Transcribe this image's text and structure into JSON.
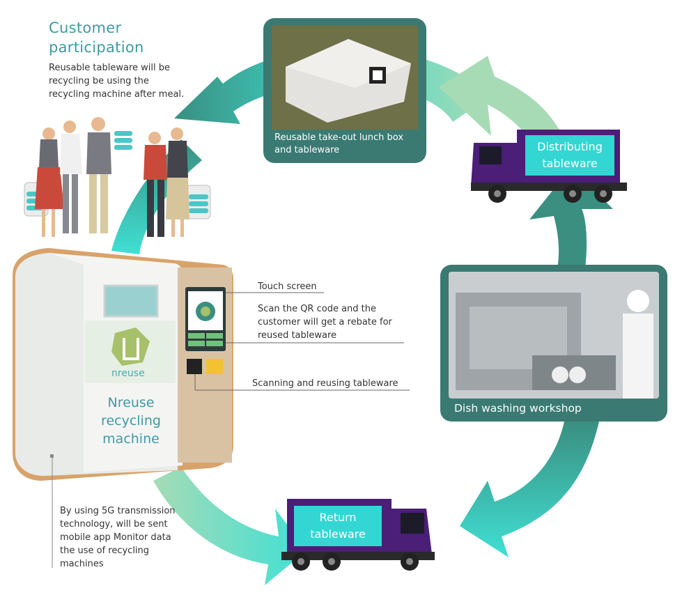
{
  "customer": {
    "title": "Customer participation",
    "description": "Reusable tableware will be recycling be using the recycling machine after meal."
  },
  "lunch_box": {
    "caption": "Reusable take-out lunch box and tableware"
  },
  "distributing": {
    "label": "Distributing tableware"
  },
  "dish_washing": {
    "caption": "Dish washing workshop"
  },
  "return": {
    "label": "Return tableware"
  },
  "machine": {
    "logo": "nreuse",
    "name": "Nreuse recycling machine",
    "touch_screen": "Touch screen",
    "qr_note": "Scan the QR code and the customer will get a rebate for reused tableware",
    "scanning": "Scanning and reusing tableware",
    "transmission": "By using 5G transmission technology, will be sent mobile app Monitor data the use of recycling machines"
  },
  "colors": {
    "ring_dark": "#3a8f80",
    "ring_light": "#3fe0d4",
    "ring_pale": "#a6dbb6",
    "card": "#3a7a72",
    "truck_body": "#4b1e78",
    "truck_label": "#33d6d2",
    "title_text": "#3e9aa2"
  }
}
